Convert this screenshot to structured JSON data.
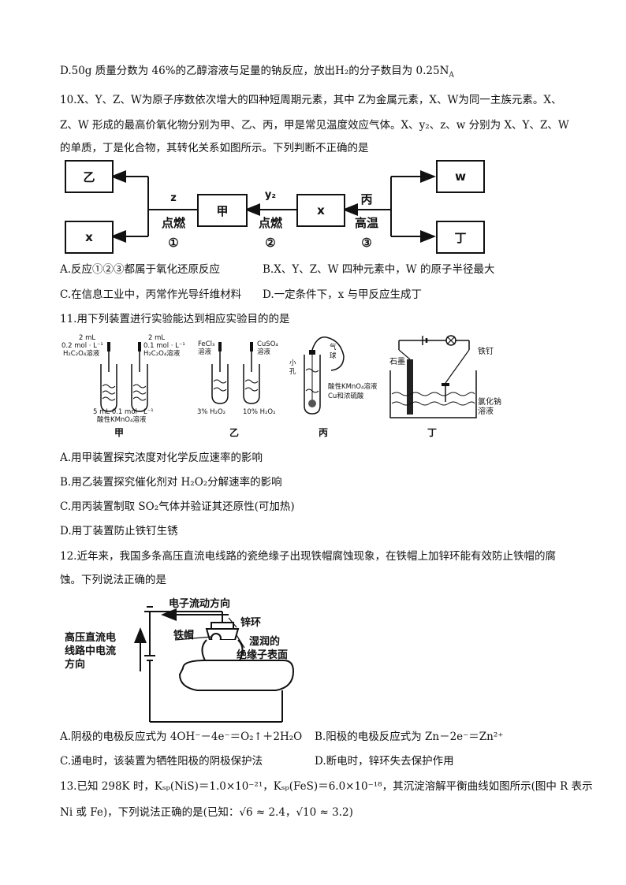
{
  "q9": {
    "optD": "D.50g 质量分数为 46%的乙醇溶液与足量的钠反应，放出H₂的分子数目为 0.25N",
    "optD_sub": "A"
  },
  "q10": {
    "stem1": "10.X、Y、Z、W为原子序数依次增大的四种短周期元素，其中 Z为金属元素，X、W为同一主族元素。X、",
    "stem2": "Z、W 形成的最高价氧化物分别为甲、乙、丙，甲是常见温度效应气体。X、y₂、z、w 分别为 X、Y、Z、W",
    "stem3": "的单质，丁是化合物，其转化关系如图所示。下列判断不正确的是",
    "diagram": {
      "box_yi": "乙",
      "box_x_left": "x",
      "box_jia": "甲",
      "box_x_mid": "x",
      "box_w": "w",
      "box_ding": "丁",
      "lbl_z": "z",
      "lbl_dianran1": "点燃",
      "lbl_c1": "①",
      "lbl_y2": "y₂",
      "lbl_dianran2": "点燃",
      "lbl_c2": "②",
      "lbl_bing": "丙",
      "lbl_gaowen": "高温",
      "lbl_c3": "③"
    },
    "optA": "A.反应①②③都属于氧化还原反应",
    "optB": "B.X、Y、Z、W 四种元素中，W 的原子半径最大",
    "optC": "C.在信息工业中，丙常作光导纤维材料",
    "optD": "D.一定条件下，x 与甲反应生成丁"
  },
  "q11": {
    "stem": "11.用下列装置进行实验能达到相应实验目的的是",
    "fig": {
      "jia_a1": "2 mL",
      "jia_a2": "0.2 mol · L⁻¹",
      "jia_a3": "H₂C₂O₄溶液",
      "jia_b1": "2 mL",
      "jia_b2": "0.1 mol · L⁻¹",
      "jia_b3": "H₂C₂O₄溶液",
      "jia_c1": "5 mL 0.1 mol · L⁻¹",
      "jia_c2": "酸性KMnO₄溶液",
      "yi_a1": "FeCl₃",
      "yi_a2": "溶液",
      "yi_b1": "CuSO₄",
      "yi_b2": "溶液",
      "yi_c1": "3% H₂O₂",
      "yi_c2": "10% H₂O₂",
      "bing_a": "小",
      "bing_b": "孔",
      "bing_qi": "气",
      "bing_qiu": "球",
      "bing_c": "酸性KMnO₄溶液",
      "bing_d": "Cu和浓硫酸",
      "ding_a": "石墨",
      "ding_b": "铁钉",
      "ding_c": "氯化钠",
      "ding_d": "溶液",
      "cap_jia": "甲",
      "cap_yi": "乙",
      "cap_bing": "丙",
      "cap_ding": "丁"
    },
    "optA": "A.用甲装置探究浓度对化学反应速率的影响",
    "optB": "B.用乙装置探究催化剂对 H₂O₂分解速率的影响",
    "optC": "C.用丙装置制取 SO₂气体并验证其还原性(可加热)",
    "optD": "D.用丁装置防止铁钉生锈"
  },
  "q12": {
    "stem1": "12.近年来，我国多条高压直流电线路的瓷绝缘子出现铁帽腐蚀现象，在铁帽上加锌环能有效防止铁帽的腐",
    "stem2": "蚀。下列说法正确的是",
    "fig": {
      "electron": "电子流动方向",
      "zinc": "锌环",
      "iron": "铁帽",
      "wet1": "湿润的",
      "wet2": "绝缘子表面",
      "cur1": "高压直流电",
      "cur2": "线路中电流",
      "cur3": "方向"
    },
    "optA": "A.阴极的电极反应式为 4OH⁻－4e⁻＝O₂↑＋2H₂O",
    "optB": "B.阳极的电极反应式为 Zn－2e⁻＝Zn²⁺",
    "optC": "C.通电时，该装置为牺牲阳极的阴极保护法",
    "optD": "D.断电时，锌环失去保护作用"
  },
  "q13": {
    "stem1": "13.已知 298K 时，Kₛₚ(NiS)＝1.0×10⁻²¹，Kₛₚ(FeS)＝6.0×10⁻¹⁸，其沉淀溶解平衡曲线如图所示(图中 R 表示",
    "stem2": "Ni 或 Fe)，下列说法正确的是(已知：√6 ≈ 2.4，√10 ≈ 3.2)"
  }
}
